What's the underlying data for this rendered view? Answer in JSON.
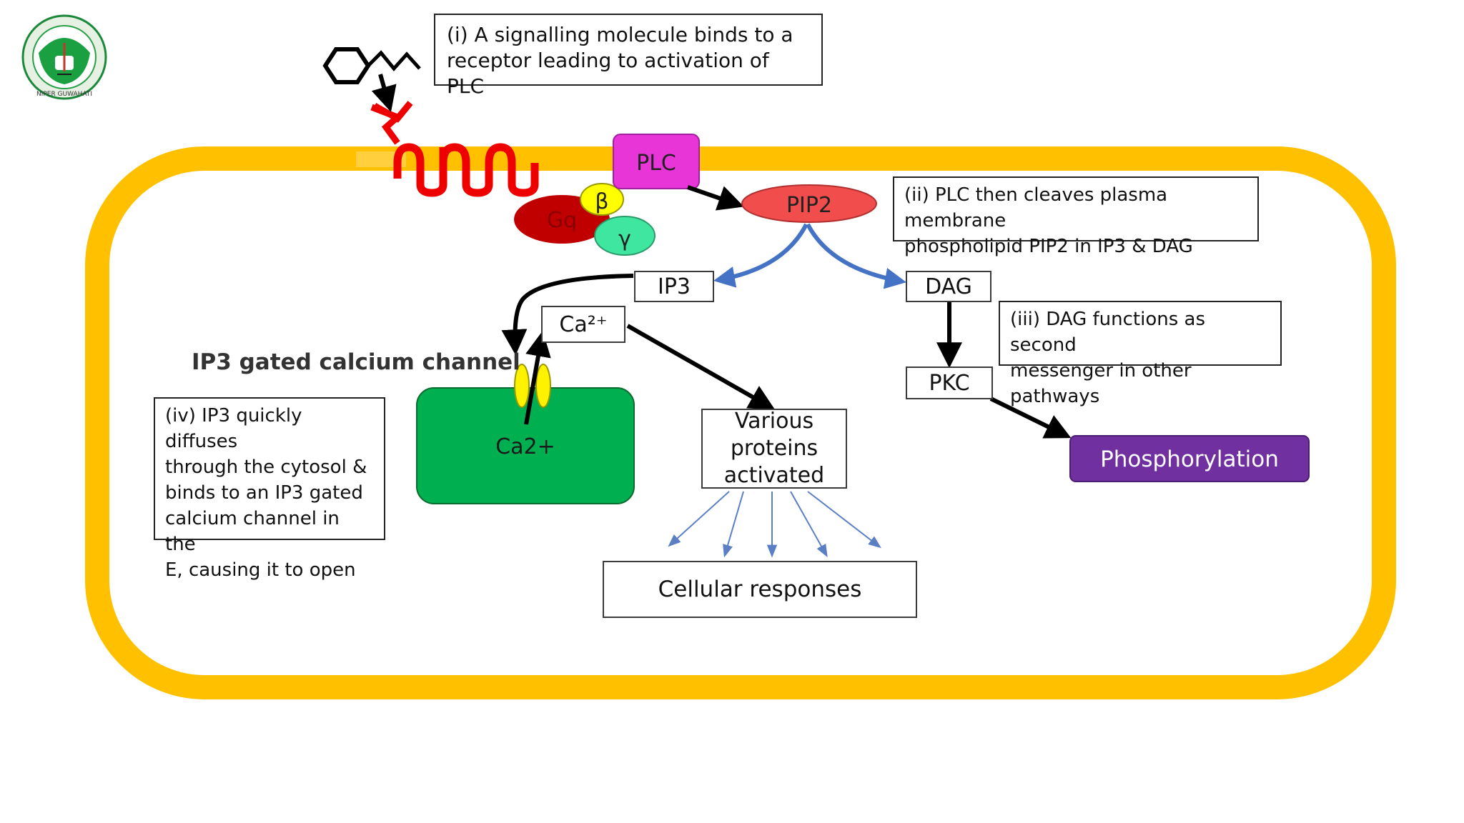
{
  "colors": {
    "membrane": "#FFC000",
    "receptor": "#EE0000",
    "plc": "#E835D8",
    "pip2": "#F24D4D",
    "gq": "#C00000",
    "beta": "#FFFF00",
    "gamma": "#3EE6A0",
    "er": "#00B050",
    "channel": "#FFF200",
    "phosphorylation": "#7030A0",
    "blue_arrow": "#4472C4"
  },
  "logo": {
    "caption": "NIPER GUWAHATI"
  },
  "notes": {
    "step1": [
      "(i) A signalling molecule binds to a",
      "receptor leading to activation of PLC"
    ],
    "step2": [
      "(ii) PLC then cleaves plasma membrane",
      "phospholipid PIP2 in IP3 & DAG"
    ],
    "step3": [
      "(iii) DAG functions as second",
      "messenger in other pathways"
    ],
    "step4": [
      "(iv) IP3 quickly diffuses",
      "through the cytosol &",
      "binds to an IP3 gated",
      "calcium channel in the",
      "E, causing it to open"
    ]
  },
  "molecules": {
    "plc": "PLC",
    "pip2": "PIP2",
    "gq": "Gq",
    "beta": "β",
    "gamma": "γ",
    "ip3": "IP3",
    "dag": "DAG",
    "pkc": "PKC",
    "ca_cytosol": "Ca²⁺",
    "ca_store": "Ca2+",
    "phosphorylation": "Phosphorylation",
    "various_proteins": [
      "Various",
      "proteins",
      "activated"
    ],
    "cellular_responses": "Cellular responses"
  },
  "labels": {
    "channel": "IP3 gated calcium channel"
  }
}
